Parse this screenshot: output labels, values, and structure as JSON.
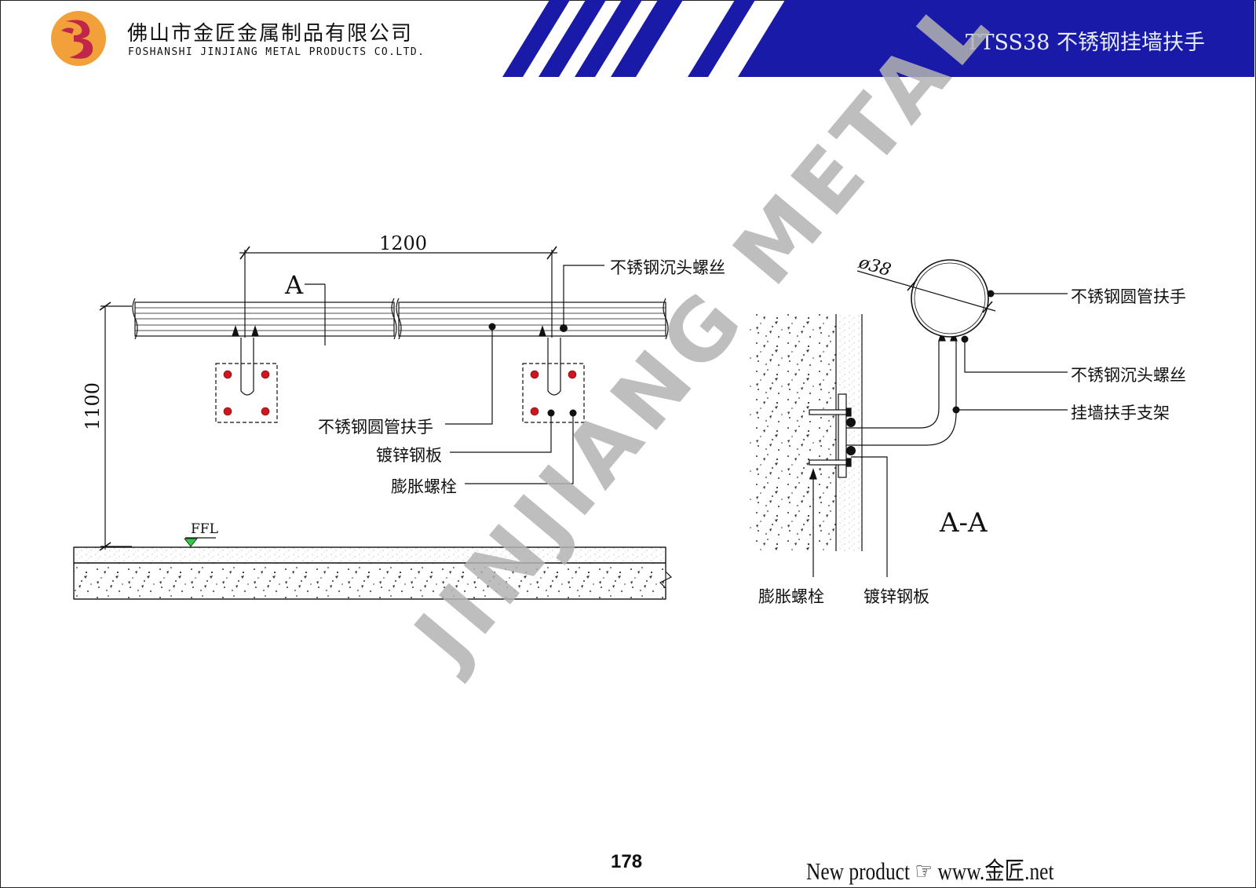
{
  "header": {
    "company_cn": "佛山市金匠金属制品有限公司",
    "company_en": "FOSHANSHI JINJIANG METAL PRODUCTS CO.LTD.",
    "title": "TTSS38 不锈钢挂墙扶手",
    "band_color": "#1a1aa8",
    "logo_colors": [
      "#f2a03a",
      "#c0264a"
    ]
  },
  "elevation": {
    "dim_width": "1200",
    "dim_height": "1100",
    "section_mark": "A",
    "floor_mark": "FFL",
    "label_screw": "不锈钢沉头螺丝",
    "label_handrail": "不锈钢圆管扶手",
    "label_plate": "镀锌钢板",
    "label_bolt": "膨胀螺栓"
  },
  "section": {
    "diameter": "ø38",
    "label_handrail": "不锈钢圆管扶手",
    "label_screw": "不锈钢沉头螺丝",
    "label_bracket": "挂墙扶手支架",
    "title": "A-A",
    "label_bolt": "膨胀螺栓",
    "label_plate": "镀锌钢板"
  },
  "footer": {
    "page_number": "178",
    "text": "New product ☞ www.金匠.net"
  },
  "watermark": "JINJIANG METAL"
}
